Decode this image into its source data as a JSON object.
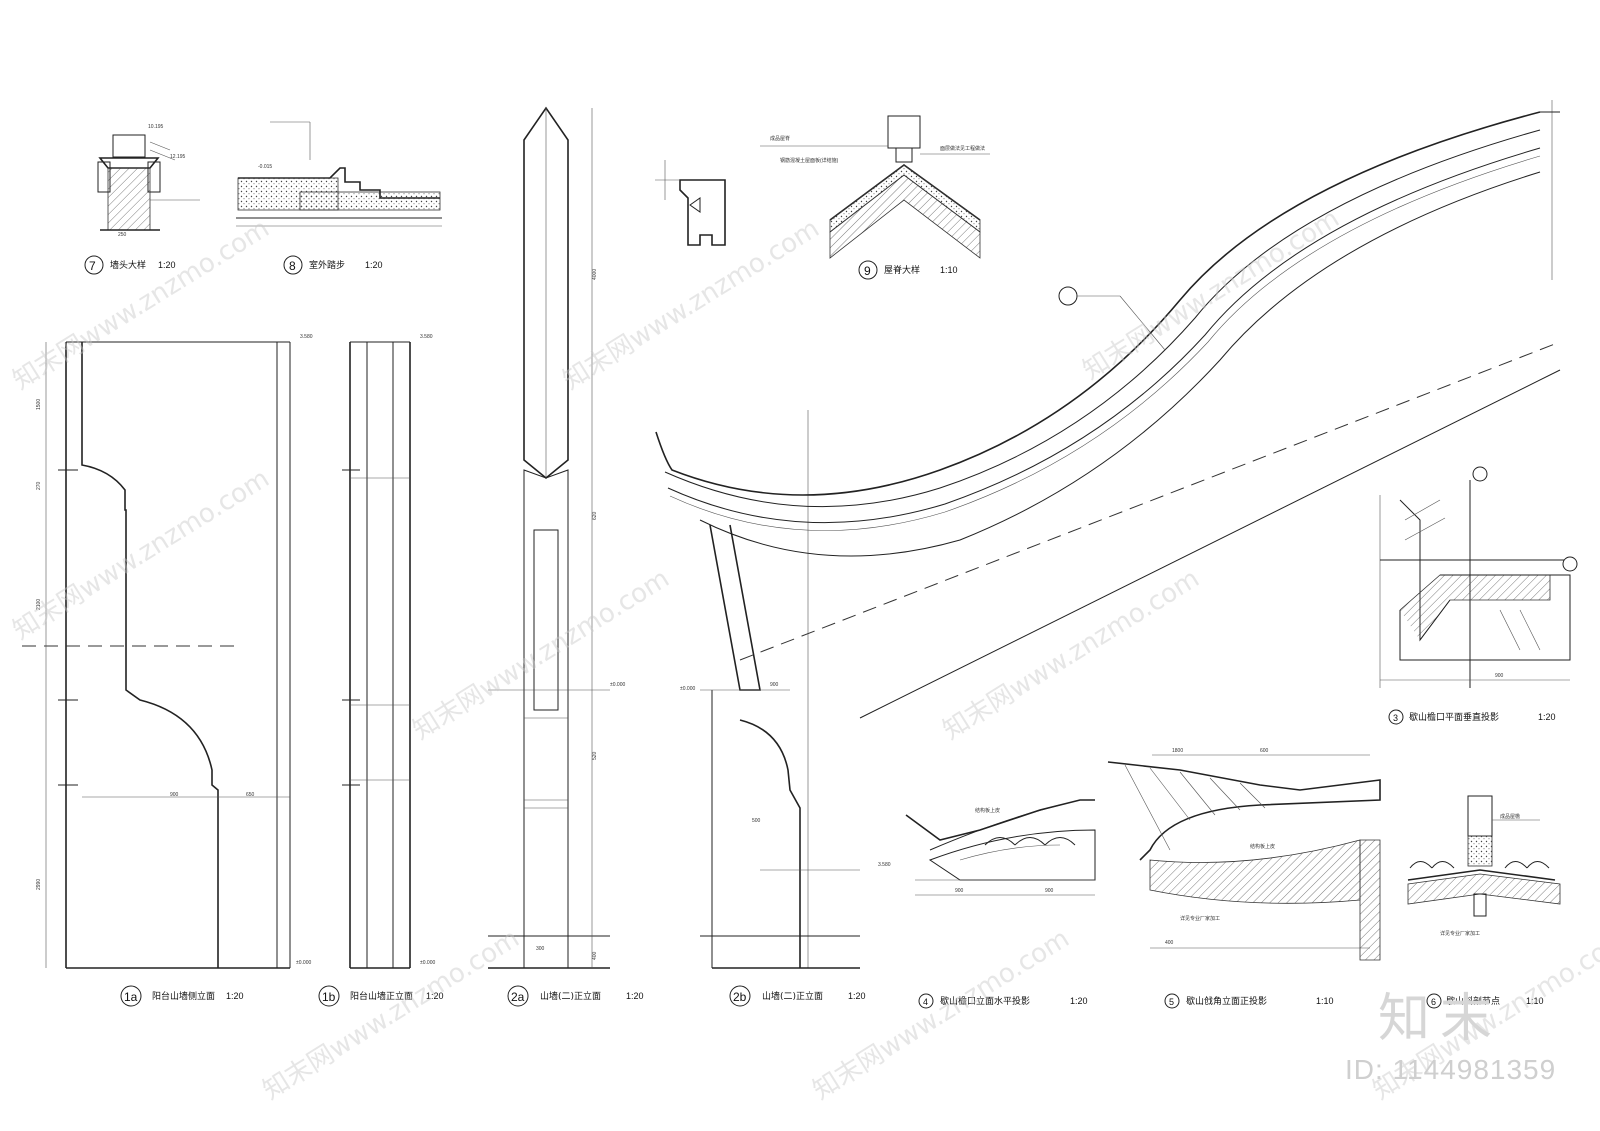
{
  "details": [
    {
      "num": "7",
      "caption": "墙头大样",
      "scale": "1:20"
    },
    {
      "num": "8",
      "caption": "室外踏步",
      "scale": "1:20"
    },
    {
      "num": "9",
      "caption": "屋脊大样",
      "scale": "1:10"
    },
    {
      "num": "1a",
      "caption": "阳台山墙侧立面",
      "scale": "1:20"
    },
    {
      "num": "1b",
      "caption": "阳台山墙正立面",
      "scale": "1:20"
    },
    {
      "num": "2a",
      "caption": "山墙(二)正立面",
      "scale": "1:20"
    },
    {
      "num": "2b",
      "caption": "山墙(二)正立面",
      "scale": "1:20"
    },
    {
      "num": "3",
      "caption": "歇山檐口平面垂直投影",
      "scale": "1:20"
    },
    {
      "num": "4",
      "caption": "歇山檐口立面水平投影",
      "scale": "1:20"
    },
    {
      "num": "5",
      "caption": "歇山戗角立面正投影",
      "scale": "1:10"
    },
    {
      "num": "6",
      "caption": "歇山斜剖节点",
      "scale": "1:10"
    }
  ],
  "dims": {
    "d1500": "1500",
    "d270": "270",
    "d2100": "2100",
    "d900": "900",
    "d2990": "2990",
    "d650": "650",
    "d300": "300",
    "d3.580": "3.580",
    "d0.000": "±0.000",
    "d620": "620",
    "d520": "520",
    "d500": "500",
    "d600": "600",
    "d1800": "1800",
    "d400": "400",
    "d4000": "4000"
  },
  "notes": {
    "n1": "成品屋脊",
    "n2": "钢筋混凝土屋面板(详结施)",
    "n3": "面层做法见工程做法",
    "n4": "结构板上皮",
    "n5": "成品屋檐",
    "n6": "详见专业厂家加工"
  },
  "watermark": {
    "text": "知末网www.znzmo.com",
    "brand": "知末",
    "id": "ID: 1144981359"
  }
}
